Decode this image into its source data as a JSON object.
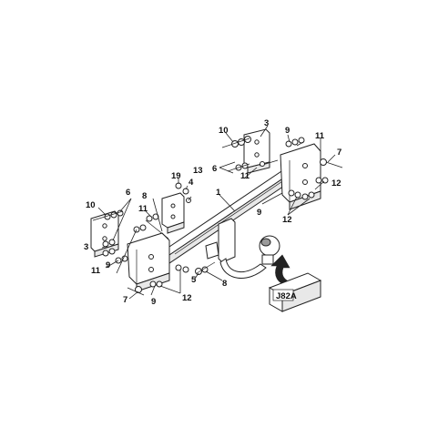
{
  "labels": {
    "l1": "1",
    "l3a": "3",
    "l3b": "3",
    "l4": "4",
    "l5": "5",
    "l6a": "6",
    "l6b": "6",
    "l7a": "7",
    "l7b": "7",
    "l8a": "8",
    "l8b": "8",
    "l9a": "9",
    "l9b": "9",
    "l9c": "9",
    "l9d": "9",
    "l10a": "10",
    "l10b": "10",
    "l11a": "11",
    "l11b": "11",
    "l11c": "11",
    "l11d": "11",
    "l12a": "12",
    "l12b": "12",
    "l12c": "12",
    "l13": "13",
    "l19": "19"
  },
  "box_label": "J82A"
}
